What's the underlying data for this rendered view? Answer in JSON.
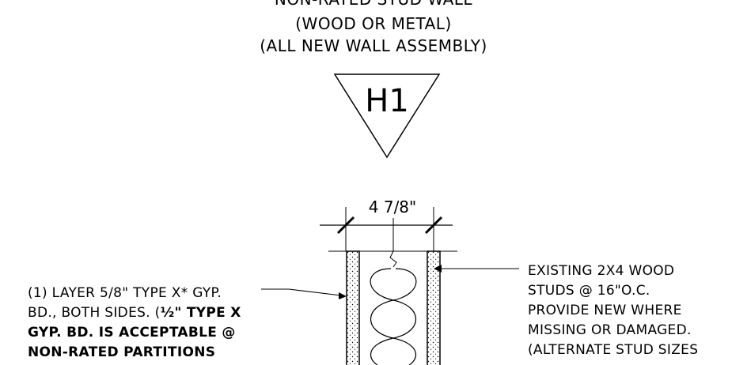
{
  "title": {
    "line1": "NON-RATED STUD WALL",
    "line2": "(WOOD OR METAL)",
    "line3": "(ALL NEW WALL ASSEMBLY)"
  },
  "tag": {
    "label": "H1"
  },
  "dimension": {
    "label": "4 7/8\""
  },
  "left_note": {
    "line1": "(1) LAYER 5/8\" TYPE X* GYP.",
    "line2_normal": "BD., BOTH SIDES. (",
    "line2_bold": "½\" TYPE X",
    "line3": "GYP. BD. IS ACCEPTABLE @",
    "line4": "NON-RATED PARTITIONS"
  },
  "right_note": {
    "line1": "EXISTING 2X4 WOOD",
    "line2": "STUDS @ 16\"O.C.",
    "line3": "PROVIDE NEW WHERE",
    "line4": "MISSING OR DAMAGED.",
    "line5": "(ALTERNATE STUD SIZES"
  },
  "colors": {
    "line": "#000000",
    "background": "#ffffff"
  }
}
